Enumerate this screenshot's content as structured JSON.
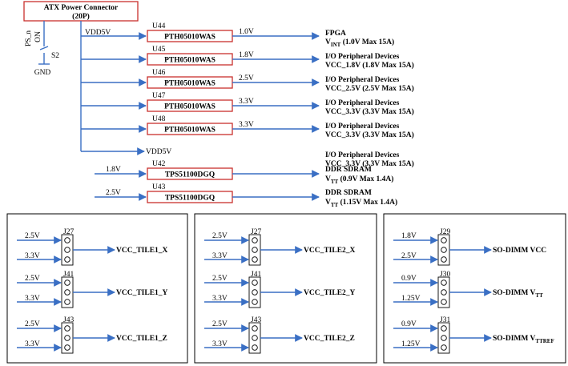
{
  "atx": {
    "title": "ATX Power Connector",
    "subtitle": "(20P)"
  },
  "switch": {
    "net": "PS_n",
    "state": "ON",
    "name": "S2",
    "gnd": "GND"
  },
  "vdd_top": "VDD5V",
  "vdd_bottom": "VDD5V",
  "regulators": [
    {
      "ref": "U44",
      "part": "PTH05010WAS",
      "vout": "1.0V",
      "dest1": "FPGA",
      "dest2_pre": "V",
      "dest2_sub": "INT",
      "dest2_post": " (1.0V Max 15A)"
    },
    {
      "ref": "U45",
      "part": "PTH05010WAS",
      "vout": "1.8V",
      "dest1": "I/O Peripheral Devices",
      "dest2_pre": "VCC_1.8V (1.8V Max 15A)",
      "dest2_sub": "",
      "dest2_post": ""
    },
    {
      "ref": "U46",
      "part": "PTH05010WAS",
      "vout": "2.5V",
      "dest1": "I/O Peripheral Devices",
      "dest2_pre": "VCC_2.5V (2.5V Max 15A)",
      "dest2_sub": "",
      "dest2_post": ""
    },
    {
      "ref": "U47",
      "part": "PTH05010WAS",
      "vout": "3.3V",
      "dest1": "I/O Peripheral Devices",
      "dest2_pre": "VCC_3.3V (3.3V Max 15A)",
      "dest2_sub": "",
      "dest2_post": ""
    },
    {
      "ref": "U48",
      "part": "PTH05010WAS",
      "vout": "3.3V",
      "dest1": "I/O Peripheral Devices",
      "dest2_pre": "VCC_3.3V (3.3V Max 15A)",
      "dest2_sub": "",
      "dest2_post": ""
    }
  ],
  "extra_dest": {
    "dest1": "I/O Peripheral Devices",
    "dest2": "VCC_3.3V (3.3V Max 15A)"
  },
  "ddr": [
    {
      "ref": "U42",
      "part": "TPS51100DGQ",
      "vin": "1.8V",
      "dest1": "DDR SDRAM",
      "dest2_pre": "V",
      "dest2_sub": "TT",
      "dest2_post": " (0.9V Max 1.4A)"
    },
    {
      "ref": "U43",
      "part": "TPS51100DGQ",
      "vin": "2.5V",
      "dest1": "DDR SDRAM",
      "dest2_pre": "V",
      "dest2_sub": "TT",
      "dest2_post": " (1.15V Max 1.4A)"
    }
  ],
  "panels": [
    {
      "jumpers": [
        {
          "ref": "J27",
          "in1": "2.5V",
          "in2": "3.3V",
          "out": "VCC_TILE1_X",
          "out_sub": ""
        },
        {
          "ref": "J41",
          "in1": "2.5V",
          "in2": "3.3V",
          "out": "VCC_TILE1_Y",
          "out_sub": ""
        },
        {
          "ref": "J43",
          "in1": "2.5V",
          "in2": "3.3V",
          "out": "VCC_TILE1_Z",
          "out_sub": ""
        }
      ]
    },
    {
      "jumpers": [
        {
          "ref": "J27",
          "in1": "2.5V",
          "in2": "3.3V",
          "out": "VCC_TILE2_X",
          "out_sub": ""
        },
        {
          "ref": "J41",
          "in1": "2.5V",
          "in2": "3.3V",
          "out": "VCC_TILE2_Y",
          "out_sub": ""
        },
        {
          "ref": "J43",
          "in1": "2.5V",
          "in2": "3.3V",
          "out": "VCC_TILE2_Z",
          "out_sub": ""
        }
      ]
    },
    {
      "jumpers": [
        {
          "ref": "J29",
          "in1": "1.8V",
          "in2": "2.5V",
          "out": "SO-DIMM VCC",
          "out_sub": ""
        },
        {
          "ref": "J30",
          "in1": "0.9V",
          "in2": "1.25V",
          "out": "SO-DIMM V",
          "out_sub": "TT"
        },
        {
          "ref": "J31",
          "in1": "0.9V",
          "in2": "1.25V",
          "out": "SO-DIMM V",
          "out_sub": "TTREF"
        }
      ]
    }
  ],
  "colors": {
    "wire": "#3a6fc4",
    "box": "#c9302c",
    "text": "#000000"
  }
}
